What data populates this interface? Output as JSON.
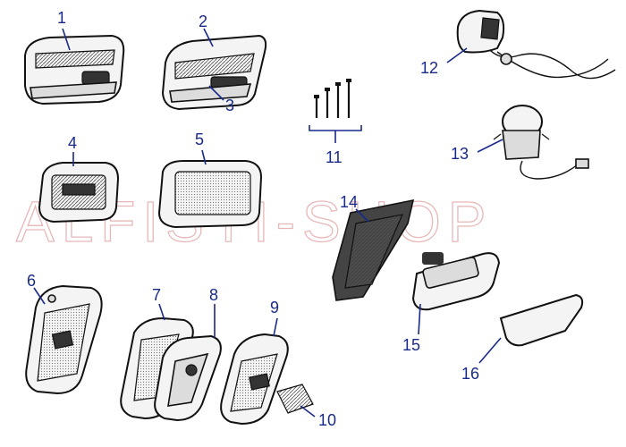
{
  "watermark": "ALFISTI-SHOP",
  "callouts": [
    {
      "id": "1",
      "label": "1"
    },
    {
      "id": "2",
      "label": "2"
    },
    {
      "id": "3",
      "label": "3"
    },
    {
      "id": "4",
      "label": "4"
    },
    {
      "id": "5",
      "label": "5"
    },
    {
      "id": "6",
      "label": "6"
    },
    {
      "id": "7",
      "label": "7"
    },
    {
      "id": "8",
      "label": "8"
    },
    {
      "id": "9",
      "label": "9"
    },
    {
      "id": "10",
      "label": "10"
    },
    {
      "id": "11",
      "label": "11"
    },
    {
      "id": "12",
      "label": "12"
    },
    {
      "id": "13",
      "label": "13"
    },
    {
      "id": "14",
      "label": "14"
    },
    {
      "id": "15",
      "label": "15"
    },
    {
      "id": "16",
      "label": "16"
    }
  ],
  "colors": {
    "callout": "#1a2a8a",
    "watermark": "#e8b8b8",
    "line_art": "#111111"
  }
}
